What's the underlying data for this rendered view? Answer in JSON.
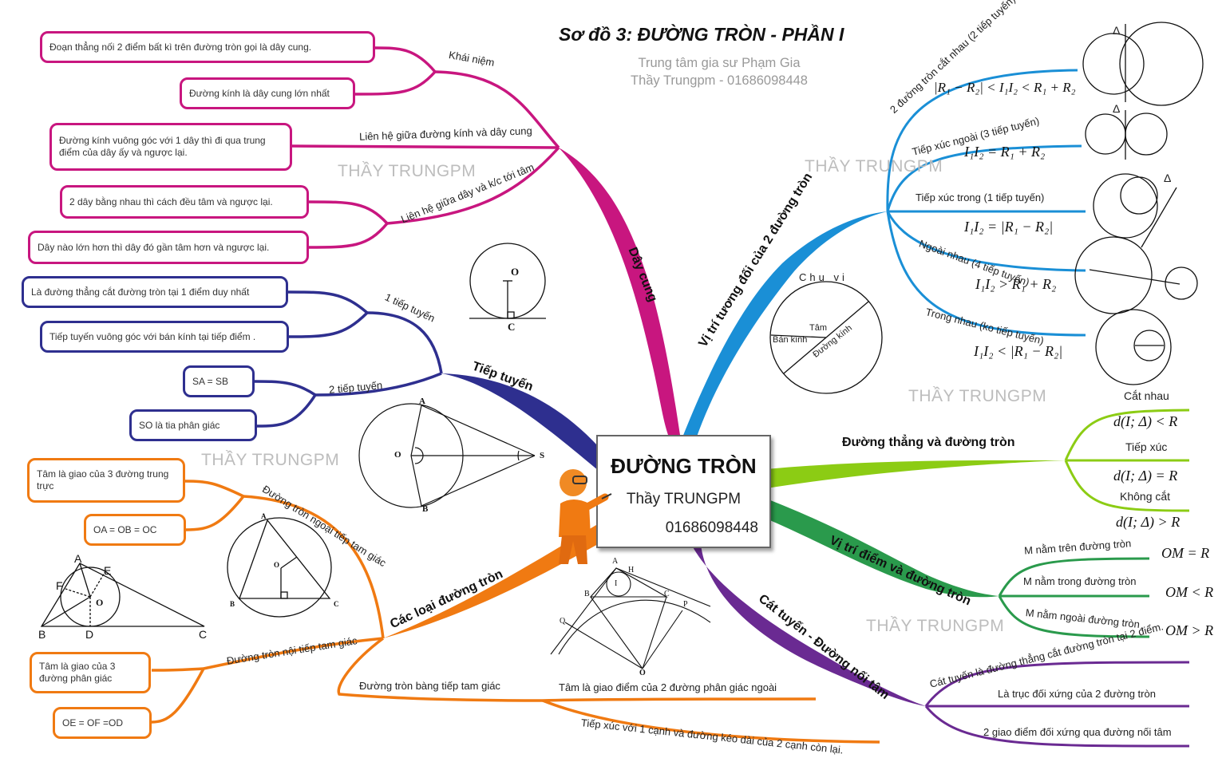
{
  "title": "Sơ đồ 3: ĐƯỜNG TRÒN - PHẦN I",
  "subtitle": [
    "Trung tâm gia sư Phạm Gia",
    "Thầy Trungpm - 01686098448"
  ],
  "watermark": [
    "THẦY TRUNGPM",
    "THẦY TRUNGPM",
    "THẦY TRUNGPM",
    "THẦY TRUNGPM",
    "THẦY TRUNGPM"
  ],
  "center": {
    "title": "ĐƯỜNG TRÒN",
    "name": "Thầy TRUNGPM",
    "phone": "01686098448"
  },
  "colors": {
    "day_cung": "#c8167f",
    "tiep_tuyen": "#2e2f8f",
    "cac_loai": "#f07a12",
    "vi_tri_2_duong_tron": "#1a8fd6",
    "duong_thang": "#8ccc14",
    "vi_tri_diem": "#2a9a4c",
    "cat_tuyen": "#6a2a92"
  },
  "day_cung": {
    "label": "Dây cung",
    "khai_niem": {
      "label": "Khái niệm",
      "items": [
        "Đoạn thẳng nối 2 điểm bất kì trên đường tròn gọi là dây cung.",
        "Đường kính là dây cung lớn nhất"
      ]
    },
    "lien_he_kinh": {
      "label": "Liên hệ giữa đường kính và dây cung",
      "items": [
        "Đường kính vuông góc với 1 dây thì đi qua trung điểm của dây ấy và ngược lại."
      ]
    },
    "lien_he_tam": {
      "label": "Liên hệ giữa dây và k/c tới tâm",
      "items": [
        "2 dây bằng nhau thì cách đều tâm và ngược lại.",
        "Dây nào lớn hơn thì dây đó gần tâm hơn và ngược lại."
      ]
    }
  },
  "tiep_tuyen": {
    "label": "Tiếp tuyến",
    "mot": {
      "label": "1 tiếp tuyến",
      "items": [
        "Là đường thẳng cắt đường tròn tại 1 điểm duy nhất",
        "Tiếp tuyến vuông góc với bán kính tại tiếp điểm ."
      ]
    },
    "hai": {
      "label": "2 tiếp tuyến",
      "items": [
        "SA = SB",
        "SO là tia phân giác"
      ]
    }
  },
  "cac_loai": {
    "label": "Các loại đường tròn",
    "ngoai_tiep": {
      "label": "Đường tròn ngoại tiếp tam giác",
      "items": [
        "Tâm là giao của 3 đường trung trực",
        "OA = OB = OC"
      ]
    },
    "noi_tiep": {
      "label": "Đường tròn nội tiếp tam giác",
      "items": [
        "Tâm là giao của 3 đường phân giác",
        "OE = OF =OD"
      ]
    },
    "bang_tiep": {
      "label": "Đường tròn bàng tiếp tam giác",
      "items": [
        "Tâm là giao điểm của 2 đường phân giác ngoài",
        "Tiếp xúc với 1 cạnh và đường kéo dài của 2 cạnh còn lại."
      ]
    }
  },
  "vi_tri_2": {
    "label": "Vị trí tương đối của 2 đường tròn",
    "items": [
      {
        "label": "2 đường tròn cắt nhau (2 tiếp tuyến)",
        "formula": "|R₁ − R₂| < I₁I₂ < R₁ + R₂"
      },
      {
        "label": "Tiếp xúc ngoài (3 tiếp tuyến)",
        "formula": "I₁I₂ = R₁ + R₂"
      },
      {
        "label": "Tiếp xúc trong (1 tiếp tuyến)",
        "formula": "I₁I₂ = |R₁ − R₂|"
      },
      {
        "label": "Ngoài nhau (4 tiếp tuyến)",
        "formula": "I₁I₂ > R₁ + R₂"
      },
      {
        "label": "Trong nhau (ko tiếp tuyến)",
        "formula": "I₁I₂ < |R₁ − R₂|"
      }
    ],
    "delta": "Δ"
  },
  "duong_thang": {
    "label": "Đường thẳng và đường tròn",
    "items": [
      {
        "label": "Cắt nhau",
        "formula": "d(I; Δ) < R"
      },
      {
        "label": "Tiếp xúc",
        "formula": "d(I; Δ) = R"
      },
      {
        "label": "Không cắt",
        "formula": "d(I; Δ) > R"
      }
    ]
  },
  "vi_tri_diem": {
    "label": "Vị trí điểm và đường tròn",
    "items": [
      {
        "label": "M nằm trên đường tròn",
        "formula": "OM = R"
      },
      {
        "label": "M nằm trong đường tròn",
        "formula": "OM < R"
      },
      {
        "label": "M nằm ngoài đường tròn",
        "formula": "OM > R"
      }
    ]
  },
  "cat_tuyen": {
    "label": "Cát tuyến - Đường nối tâm",
    "items": [
      "Cát tuyến là đường thẳng cắt đường tròn tại 2 điểm.",
      "Là trục đối xứng của 2 đường tròn",
      "2 giao điểm đối xứng qua đường nối tâm"
    ]
  },
  "circle_fig": {
    "label": "Chu vi",
    "tam": "Tâm",
    "ban_kinh": "Bán kính",
    "duong_kinh": "Đường kính"
  },
  "fig_labels": {
    "tangent": [
      "O",
      "C"
    ],
    "two_tangents": [
      "A",
      "O",
      "S",
      "B"
    ],
    "circum": [
      "A",
      "O",
      "B",
      "C"
    ],
    "incircle": [
      "A",
      "E",
      "F",
      "O",
      "B",
      "D",
      "C"
    ],
    "excircle": [
      "A",
      "H",
      "I",
      "B",
      "C",
      "P",
      "Q",
      "O"
    ]
  }
}
